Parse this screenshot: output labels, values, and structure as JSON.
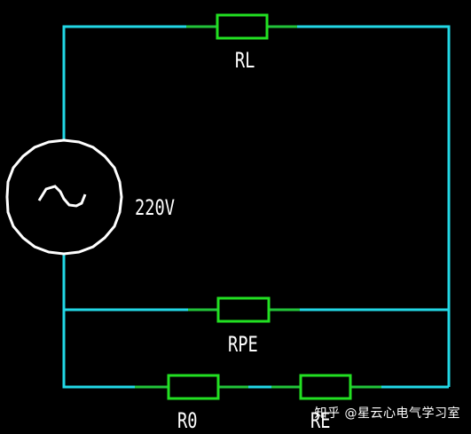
{
  "labels": {
    "rl": "RL",
    "source_voltage": "220V",
    "rpe": "RPE",
    "r0": "R0",
    "re": "RE"
  },
  "watermark": "知乎 @星云心电气学习室",
  "colors": {
    "background": "#000000",
    "wire": "#22d8e6",
    "resistor": "#22e022",
    "source": "#ffffff",
    "text": "#ffffff"
  }
}
